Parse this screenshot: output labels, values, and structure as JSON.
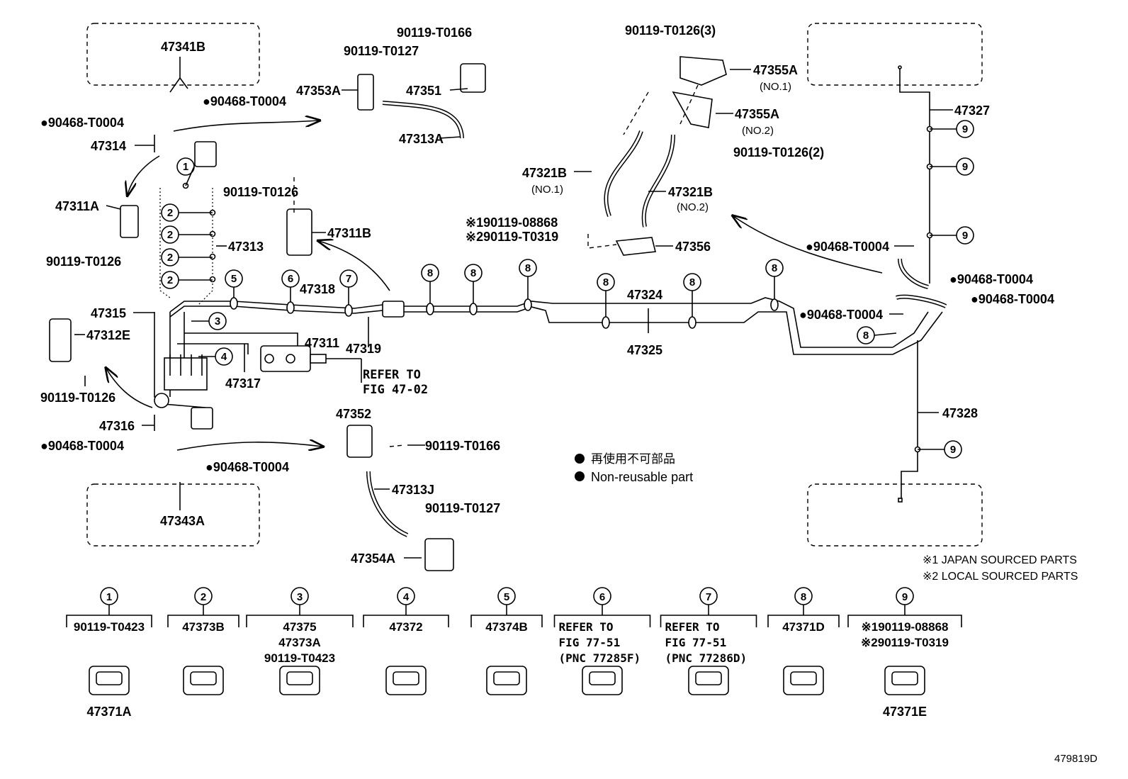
{
  "labels": {
    "p47341B": "47341B",
    "p90468_T0004_a": "●90468-T0004",
    "p90468_T0004_b": "●90468-T0004",
    "p47314": "47314",
    "p47311A": "47311A",
    "p90119_T0126_a": "90119-T0126",
    "p47313": "47313",
    "p47315": "47315",
    "p47312E": "47312E",
    "p90119_T0126_b": "90119-T0126",
    "p47316": "47316",
    "p90468_T0004_c": "●90468-T0004",
    "p90468_T0004_d": "●90468-T0004",
    "p47343A": "47343A",
    "p90119_T0166_a": "90119-T0166",
    "p90119_T0127_a": "90119-T0127",
    "p47353A": "47353A",
    "p47351": "47351",
    "p47313A": "47313A",
    "p90119_T0126_c": "90119-T0126",
    "p47311B": "47311B",
    "p47318": "47318",
    "p47319": "47319",
    "p47311": "47311",
    "p47317": "47317",
    "refer_to": "REFER TO",
    "fig_47_02": "FIG 47-02",
    "p47352": "47352",
    "p90119_T0166_b": "90119-T0166",
    "p47313J": "47313J",
    "p90119_T0127_b": "90119-T0127",
    "p47354A": "47354A",
    "p90119_T0126_3": "90119-T0126(3)",
    "p47355A_1": "47355A",
    "no1_a": "(NO.1)",
    "p47355A_2": "47355A",
    "no2_a": "(NO.2)",
    "p90119_T0126_2": "90119-T0126(2)",
    "p47321B_1": "47321B",
    "no1_b": "(NO.1)",
    "p47321B_2": "47321B",
    "no2_b": "(NO.2)",
    "ref1_90119_08868": "※190119-08868",
    "ref2_90119_T0319": "※290119-T0319",
    "p47356": "47356",
    "p47324": "47324",
    "p47325": "47325",
    "p47327": "47327",
    "p90468_T0004_e": "●90468-T0004",
    "p90468_T0004_f": "●90468-T0004",
    "p90468_T0004_g": "●90468-T0004",
    "p90468_T0004_h": "●90468-T0004",
    "p47328": "47328",
    "legend_jp": "再使用不可部品",
    "legend_en": "Non-reusable part",
    "note1": "※1 JAPAN SOURCED PARTS",
    "note2": "※2 LOCAL SOURCED PARTS",
    "diagram_id": "479819D"
  },
  "circled_numbers": [
    "1",
    "2",
    "2",
    "2",
    "2",
    "5",
    "6",
    "7",
    "3",
    "4",
    "8",
    "8",
    "8",
    "8",
    "8",
    "8",
    "8",
    "8",
    "9",
    "9",
    "9",
    "9"
  ],
  "clamp_groups": [
    {
      "num": "1",
      "lines": [
        "90119-T0423"
      ],
      "part": "47371A"
    },
    {
      "num": "2",
      "lines": [
        "47373B"
      ],
      "part": ""
    },
    {
      "num": "3",
      "lines": [
        "47375",
        "47373A",
        "90119-T0423"
      ],
      "part": ""
    },
    {
      "num": "4",
      "lines": [
        "47372"
      ],
      "part": ""
    },
    {
      "num": "5",
      "lines": [
        "47374B"
      ],
      "part": ""
    },
    {
      "num": "6",
      "lines": [
        "REFER TO",
        "FIG 77-51",
        "(PNC 77285F)"
      ],
      "part": ""
    },
    {
      "num": "7",
      "lines": [
        "REFER TO",
        "FIG 77-51",
        "(PNC 77286D)"
      ],
      "part": ""
    },
    {
      "num": "8",
      "lines": [
        "47371D"
      ],
      "part": ""
    },
    {
      "num": "9",
      "lines": [
        "※190119-08868",
        "※290119-T0319"
      ],
      "part": "47371E"
    }
  ]
}
